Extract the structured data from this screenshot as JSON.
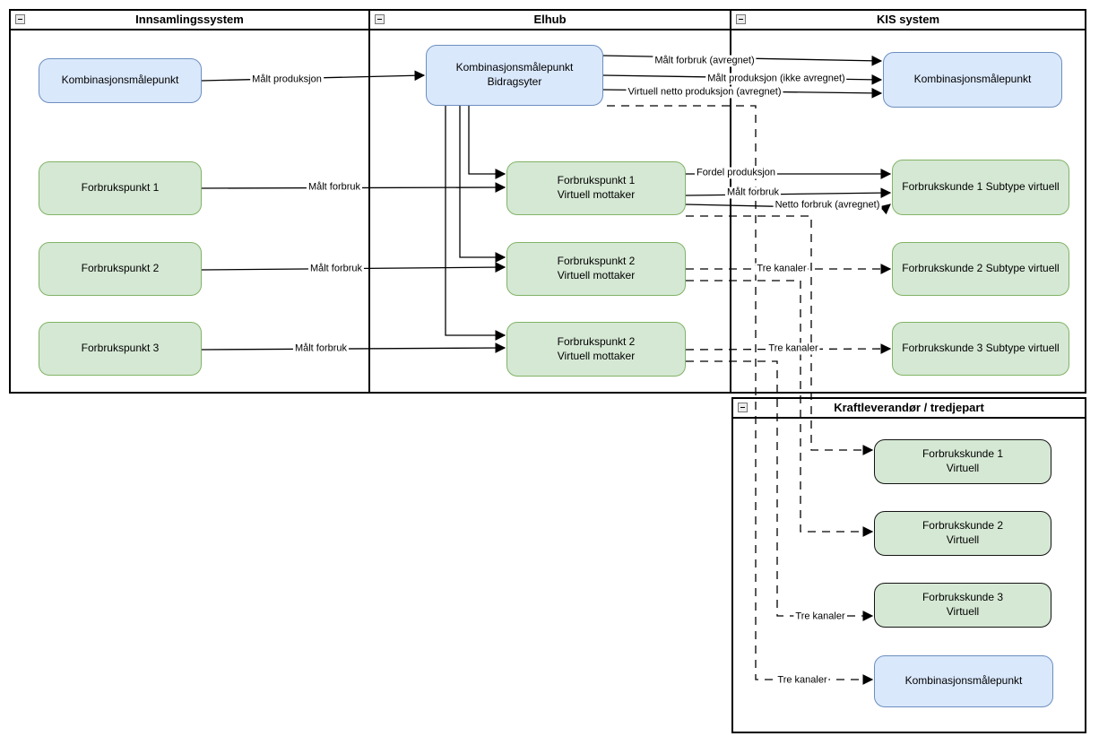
{
  "containers": {
    "innsamling": {
      "title": "Innsamlingssystem"
    },
    "elhub": {
      "title": "Elhub"
    },
    "kis": {
      "title": "KIS system"
    },
    "kraft": {
      "title": "Kraftleverandør / tredjepart"
    }
  },
  "nodes": {
    "inn_kombi": {
      "label": "Kombinasjonsmålepunkt"
    },
    "inn_fp1": {
      "label": "Forbrukspunkt 1"
    },
    "inn_fp2": {
      "label": "Forbrukspunkt 2"
    },
    "inn_fp3": {
      "label": "Forbrukspunkt 3"
    },
    "elhub_kombi": {
      "label": "Kombinasjonsmålepunkt\nBidragsyter"
    },
    "elhub_fp1": {
      "label": "Forbrukspunkt 1\nVirtuell mottaker"
    },
    "elhub_fp2": {
      "label": "Forbrukspunkt 2\nVirtuell mottaker"
    },
    "elhub_fp3": {
      "label": "Forbrukspunkt 2\nVirtuell mottaker"
    },
    "kis_kombi": {
      "label": "Kombinasjonsmålepunkt"
    },
    "kis_fk1": {
      "label": "Forbrukskunde 1 Subtype virtuell"
    },
    "kis_fk2": {
      "label": "Forbrukskunde 2 Subtype virtuell"
    },
    "kis_fk3": {
      "label": "Forbrukskunde 3 Subtype virtuell"
    },
    "kraft_fk1": {
      "label": "Forbrukskunde 1\nVirtuell"
    },
    "kraft_fk2": {
      "label": "Forbrukskunde 2\nVirtuell"
    },
    "kraft_fk3": {
      "label": "Forbrukskunde 3\nVirtuell"
    },
    "kraft_kombi": {
      "label": "Kombinasjonsmålepunkt"
    }
  },
  "edges": {
    "malt_produksjon": "Målt produksjon",
    "malt_forbruk_1": "Målt forbruk",
    "malt_forbruk_2": "Målt forbruk",
    "malt_forbruk_3": "Målt forbruk",
    "malt_forbruk_avregnet": "Målt forbruk (avregnet)",
    "malt_produksjon_ikke_avregnet": "Målt produksjon (ikke avregnet)",
    "virtuell_netto_produksjon": "Virtuell netto produksjon (avregnet)",
    "fordel_produksjon": "Fordel produksjon",
    "malt_forbruk_kis": "Målt forbruk",
    "netto_forbruk_avregnet": "Netto forbruk (avregnet)",
    "tre_kanaler_kis_2": "Tre kanaler",
    "tre_kanaler_kis_3": "Tre kanaler",
    "tre_kanaler_kraft_3": "Tre kanaler",
    "tre_kanaler_kraft_kombi": "Tre kanaler"
  },
  "colors": {
    "node_blue_fill": "#dae8fc",
    "node_blue_border": "#6c8ebf",
    "node_green_fill": "#d5e8d4",
    "node_green_border": "#82b366",
    "connector": "#000000",
    "container_border": "#000000"
  }
}
